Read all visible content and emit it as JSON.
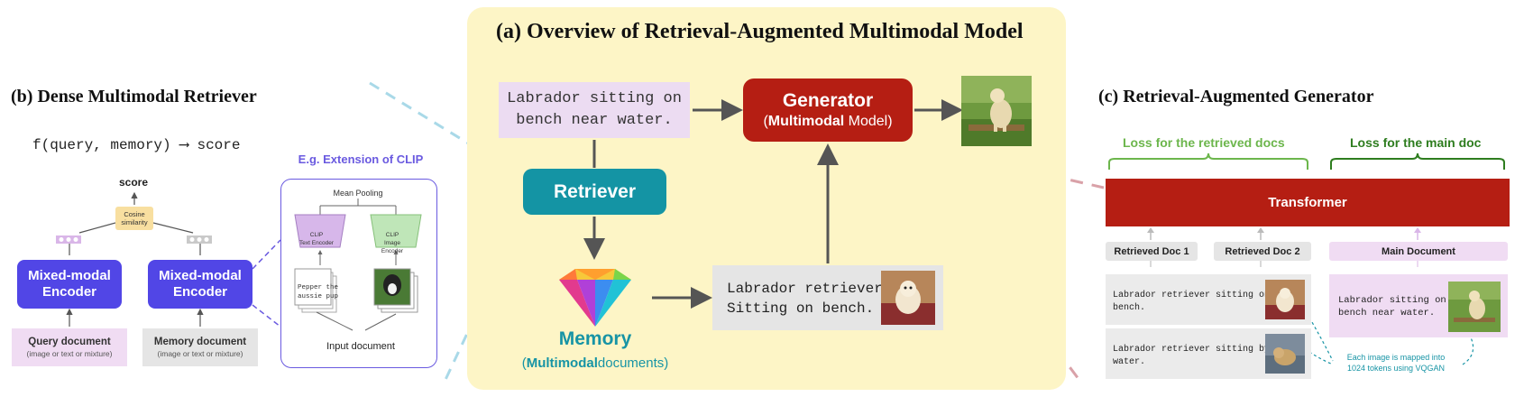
{
  "panel_a": {
    "title": "(a)  Overview of Retrieval-Augmented Multimodal Model",
    "query_text_line1": "Labrador sitting on",
    "query_text_line2": "bench near water.",
    "generator_title": "Generator",
    "generator_sub_open": "(",
    "generator_sub_bold": "Multimodal",
    "generator_sub_close": " Model)",
    "retriever_label": "Retriever",
    "retrieved_text": "Labrador retriever\nSitting on bench.",
    "memory_title": "Memory",
    "memory_sub_open": "(",
    "memory_sub_bold": "Multimodal",
    "memory_sub_close": " documents)"
  },
  "panel_b": {
    "title": "(b)  Dense Multimodal Retriever",
    "formula": "f(query, memory) ⟶ score",
    "score_label": "score",
    "cosine_line1": "Cosine",
    "cosine_line2": "similarity",
    "encoder_line1": "Mixed-modal",
    "encoder_line2": "Encoder",
    "query_doc_main": "Query document",
    "query_doc_sub": "(image or text or mixture)",
    "memory_doc_main": "Memory document",
    "memory_doc_sub": "(image or text or mixture)",
    "clip_title": "E.g. Extension of CLIP",
    "mean_pooling": "Mean Pooling",
    "clip_text_encoder_1": "CLIP",
    "clip_text_encoder_2": "Text Encoder",
    "clip_image_encoder_1": "CLIP",
    "clip_image_encoder_2": "Image Encoder",
    "pepper_text": "Pepper the\naussie pup",
    "input_document": "Input document"
  },
  "panel_c": {
    "title": "(c)  Retrieval-Augmented Generator",
    "loss_retrieved": "Loss for the retrieved docs",
    "loss_main": "Loss for the main doc",
    "transformer_label": "Transformer",
    "retrieved_doc_1": "Retrieved Doc 1",
    "retrieved_doc_2": "Retrieved Doc 2",
    "main_document": "Main Document",
    "row1_text": "Labrador retriever sitting on\nbench.",
    "row2_text": "Labrador retriever sitting by\nwater.",
    "main_text": "Labrador sitting on\nbench near water.",
    "vqgan_note": "Each image is mapped into\n1024 tokens using VQGAN"
  },
  "colors": {
    "panel_bg": "#fdf5c6",
    "generator_red": "#b51e13",
    "retriever_teal": "#1494a4",
    "encoder_purple": "#5146e6",
    "loss_light_green": "#6cb64c",
    "loss_dark_green": "#2e7d1f",
    "query_lavender": "#ecdcf2"
  }
}
